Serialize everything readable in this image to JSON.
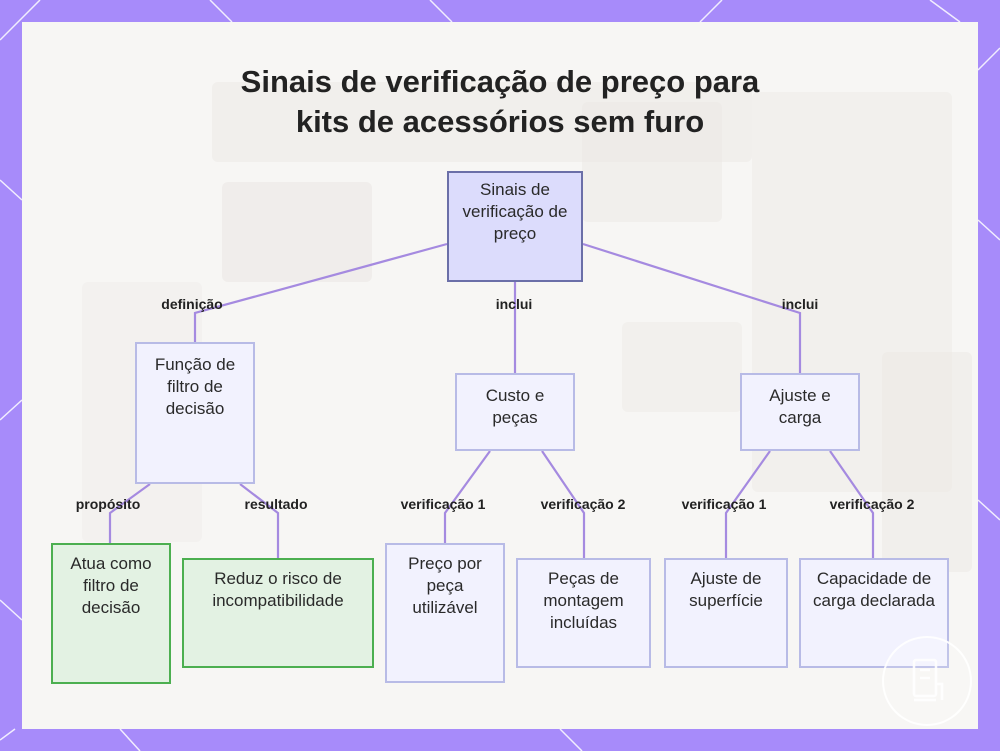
{
  "title": {
    "line1": "Sinais de verificação de preço para",
    "line2": "kits de acessórios sem furo"
  },
  "nodes": {
    "root": "Sinais de verificação de preço",
    "funcao": "Função de filtro de decisão",
    "custo": "Custo e peças",
    "ajuste": "Ajuste e carga",
    "atua": "Atua como filtro de decisão",
    "reduz": "Reduz o risco de incompatibilidade",
    "preco": "Preço por peça utilizável",
    "pecas": "Peças de montagem incluídas",
    "superficie": "Ajuste de superfície",
    "capacidade": "Capacidade de carga declarada"
  },
  "edge_labels": {
    "definicao": "definição",
    "inclui_1": "inclui",
    "inclui_2": "inclui",
    "proposito": "propósito",
    "resultado": "resultado",
    "verificacao_1a": "verificação 1",
    "verificacao_2a": "verificação 2",
    "verificacao_1b": "verificação 1",
    "verificacao_2b": "verificação 2"
  },
  "colors": {
    "edge": "#a58ae0",
    "frame": "#a78bfa",
    "root_fill": "#dcdcfc",
    "green_border": "#4caf50"
  },
  "icons": {
    "watermark": "logo-badge-icon"
  }
}
